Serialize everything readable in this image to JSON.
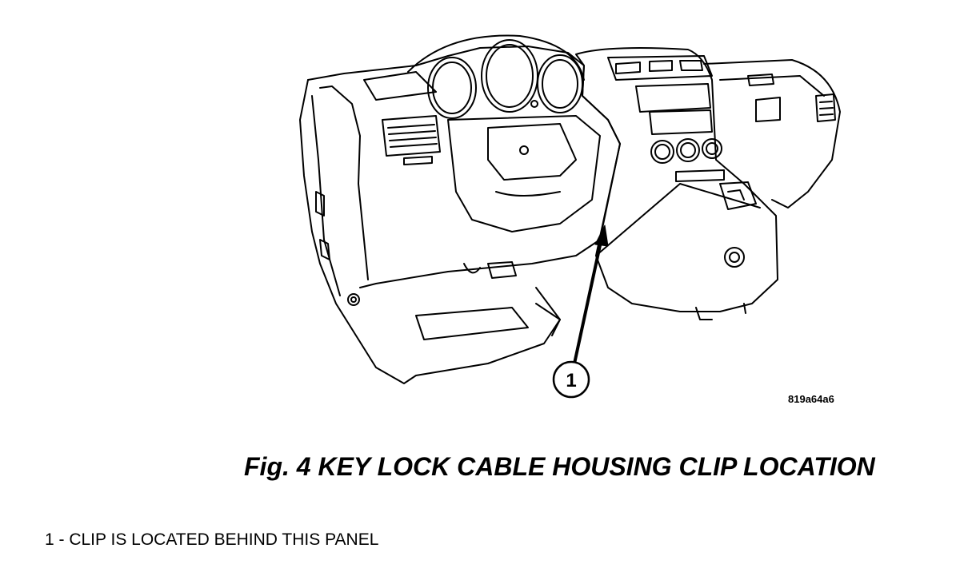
{
  "figure": {
    "callout_number": "1",
    "reference_code": "819a64a6",
    "caption": "Fig. 4 KEY LOCK CABLE HOUSING CLIP LOCATION"
  },
  "legend": {
    "items": [
      {
        "number": "1",
        "text": "1 - CLIP IS LOCATED BEHIND THIS PANEL"
      }
    ]
  },
  "colors": {
    "line": "#000000",
    "background": "#ffffff"
  }
}
